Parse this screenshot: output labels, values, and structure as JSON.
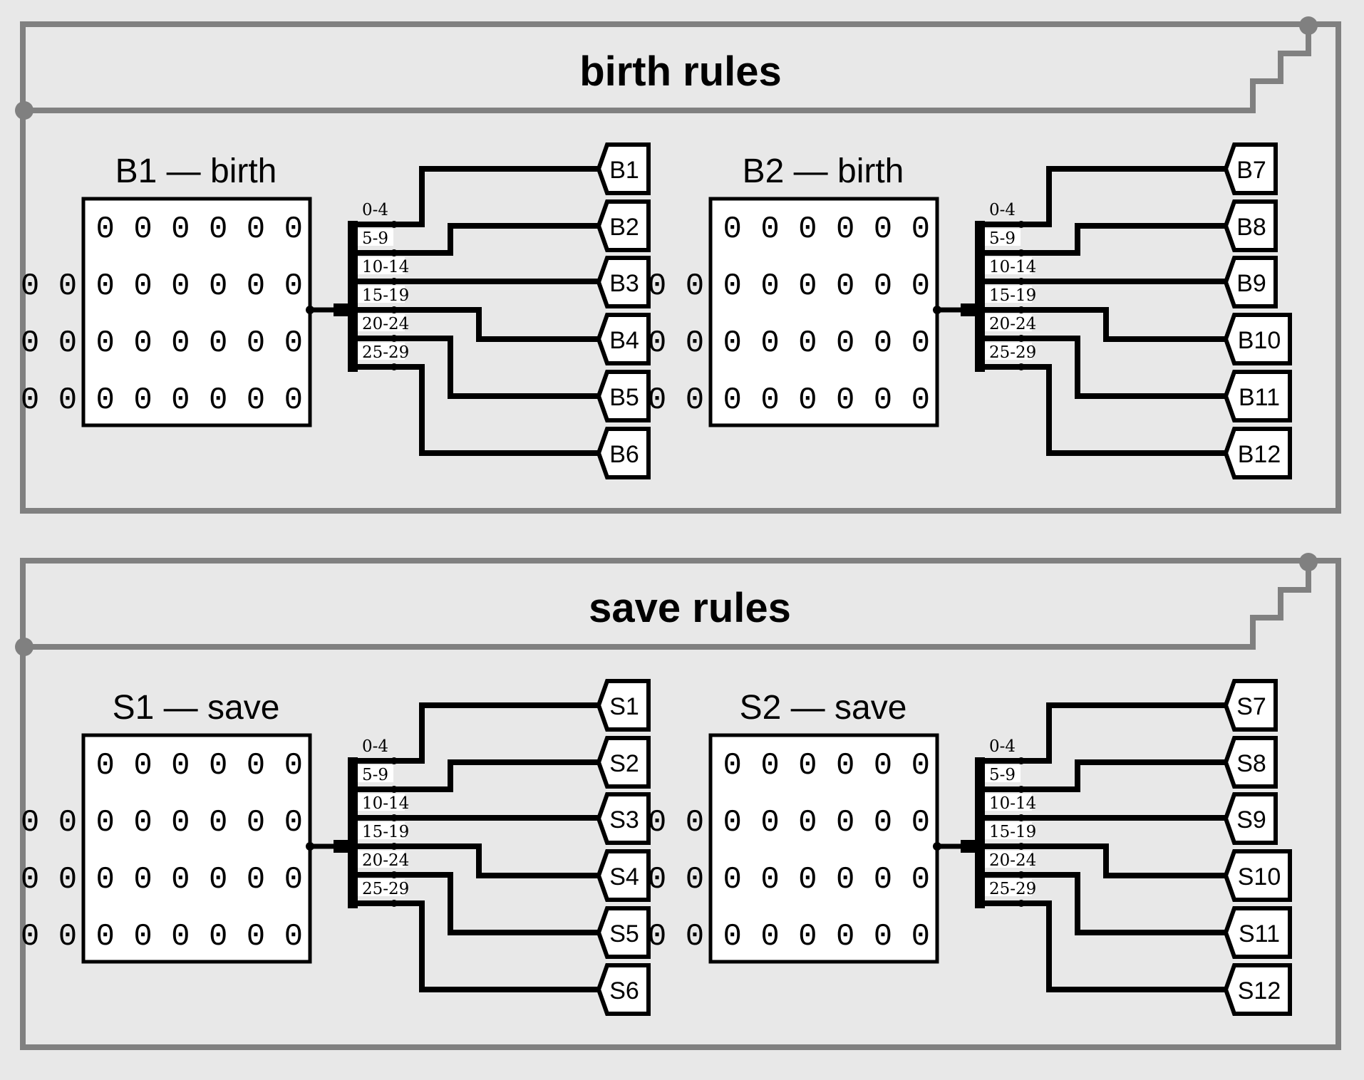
{
  "sections": [
    {
      "title": "birth rules",
      "blocks": [
        {
          "label": "B1 — birth",
          "rows": [
            "0 0 0 0 0 0",
            "0 0 0 0 0 0 0 0",
            "0 0 0 0 0 0 0 0",
            "0 0 0 0 0 0 0 0"
          ],
          "ranges": [
            "0-4",
            "5-9",
            "10-14",
            "15-19",
            "20-24",
            "25-29"
          ],
          "outputs": [
            "B1",
            "B2",
            "B3",
            "B4",
            "B5",
            "B6"
          ]
        },
        {
          "label": "B2 — birth",
          "rows": [
            "0 0 0 0 0 0",
            "0 0 0 0 0 0 0 0",
            "0 0 0 0 0 0 0 0",
            "0 0 0 0 0 0 0 0"
          ],
          "ranges": [
            "0-4",
            "5-9",
            "10-14",
            "15-19",
            "20-24",
            "25-29"
          ],
          "outputs": [
            "B7",
            "B8",
            "B9",
            "B10",
            "B11",
            "B12"
          ]
        }
      ]
    },
    {
      "title": "save rules",
      "blocks": [
        {
          "label": "S1 — save",
          "rows": [
            "0 0 0 0 0 0",
            "0 0 0 0 0 0 0 0",
            "0 0 0 0 0 0 0 0",
            "0 0 0 0 0 0 0 0"
          ],
          "ranges": [
            "0-4",
            "5-9",
            "10-14",
            "15-19",
            "20-24",
            "25-29"
          ],
          "outputs": [
            "S1",
            "S2",
            "S3",
            "S4",
            "S5",
            "S6"
          ]
        },
        {
          "label": "S2 — save",
          "rows": [
            "0 0 0 0 0 0",
            "0 0 0 0 0 0 0 0",
            "0 0 0 0 0 0 0 0",
            "0 0 0 0 0 0 0 0"
          ],
          "ranges": [
            "0-4",
            "5-9",
            "10-14",
            "15-19",
            "20-24",
            "25-29"
          ],
          "outputs": [
            "S7",
            "S8",
            "S9",
            "S10",
            "S11",
            "S12"
          ]
        }
      ]
    }
  ],
  "colors": {
    "background": "#e8e8e8",
    "frame": "#808080",
    "ink": "#000000",
    "box_fill": "#ffffff"
  }
}
